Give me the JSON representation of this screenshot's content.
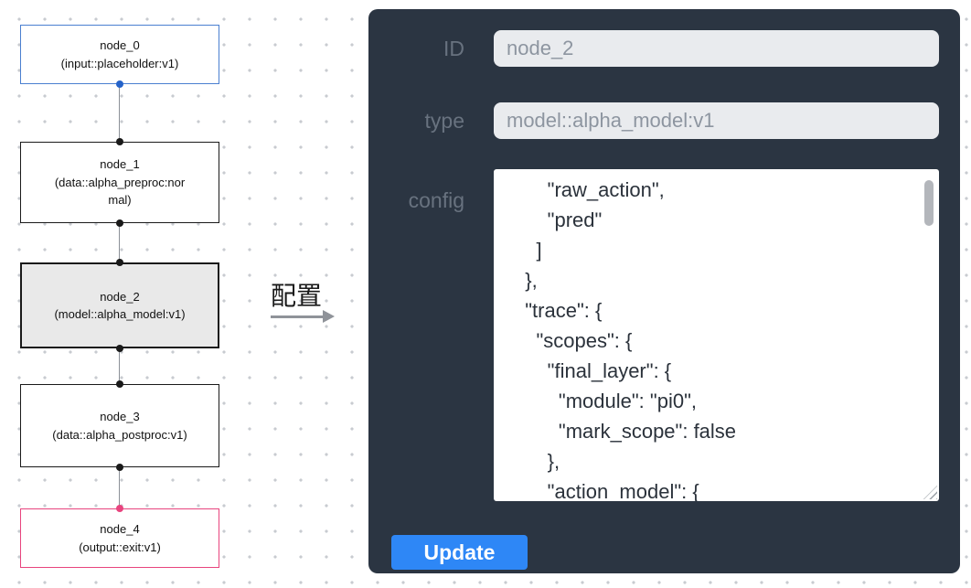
{
  "flow": {
    "nodes": [
      {
        "title": "node_0",
        "subtitle": "(input::placeholder:v1)",
        "border_color": "#4a7fd0",
        "fill": "#ffffff"
      },
      {
        "title": "node_1",
        "subtitle": "(data::alpha_preproc:normal)",
        "border_color": "#1a1a1a",
        "fill": "#ffffff"
      },
      {
        "title": "node_2",
        "subtitle": "(model::alpha_model:v1)",
        "border_color": "#1a1a1a",
        "fill": "#e9e9e9"
      },
      {
        "title": "node_3",
        "subtitle": "(data::alpha_postproc:v1)",
        "border_color": "#1a1a1a",
        "fill": "#ffffff"
      },
      {
        "title": "node_4",
        "subtitle": "(output::exit:v1)",
        "border_color": "#e8447e",
        "fill": "#ffffff"
      }
    ],
    "port_colors": {
      "source": "#2563c9",
      "default": "#1a1a1a",
      "sink": "#e8447e"
    }
  },
  "transition": {
    "label": "配置",
    "arrow_color": "#8f9399"
  },
  "panel": {
    "bg": "#2b3542",
    "fields": [
      {
        "label": "ID",
        "value": "node_2"
      },
      {
        "label": "type",
        "value": "model::alpha_model:v1"
      }
    ],
    "config": {
      "label": "config",
      "text": "      \"raw_action\",\n      \"pred\"\n    ]\n  },\n  \"trace\": {\n    \"scopes\": {\n      \"final_layer\": {\n        \"module\": \"pi0\",\n        \"mark_scope\": false\n      },\n      \"action_model\": {"
    },
    "update_button": {
      "label": "Update",
      "color": "#2e87f6"
    }
  }
}
